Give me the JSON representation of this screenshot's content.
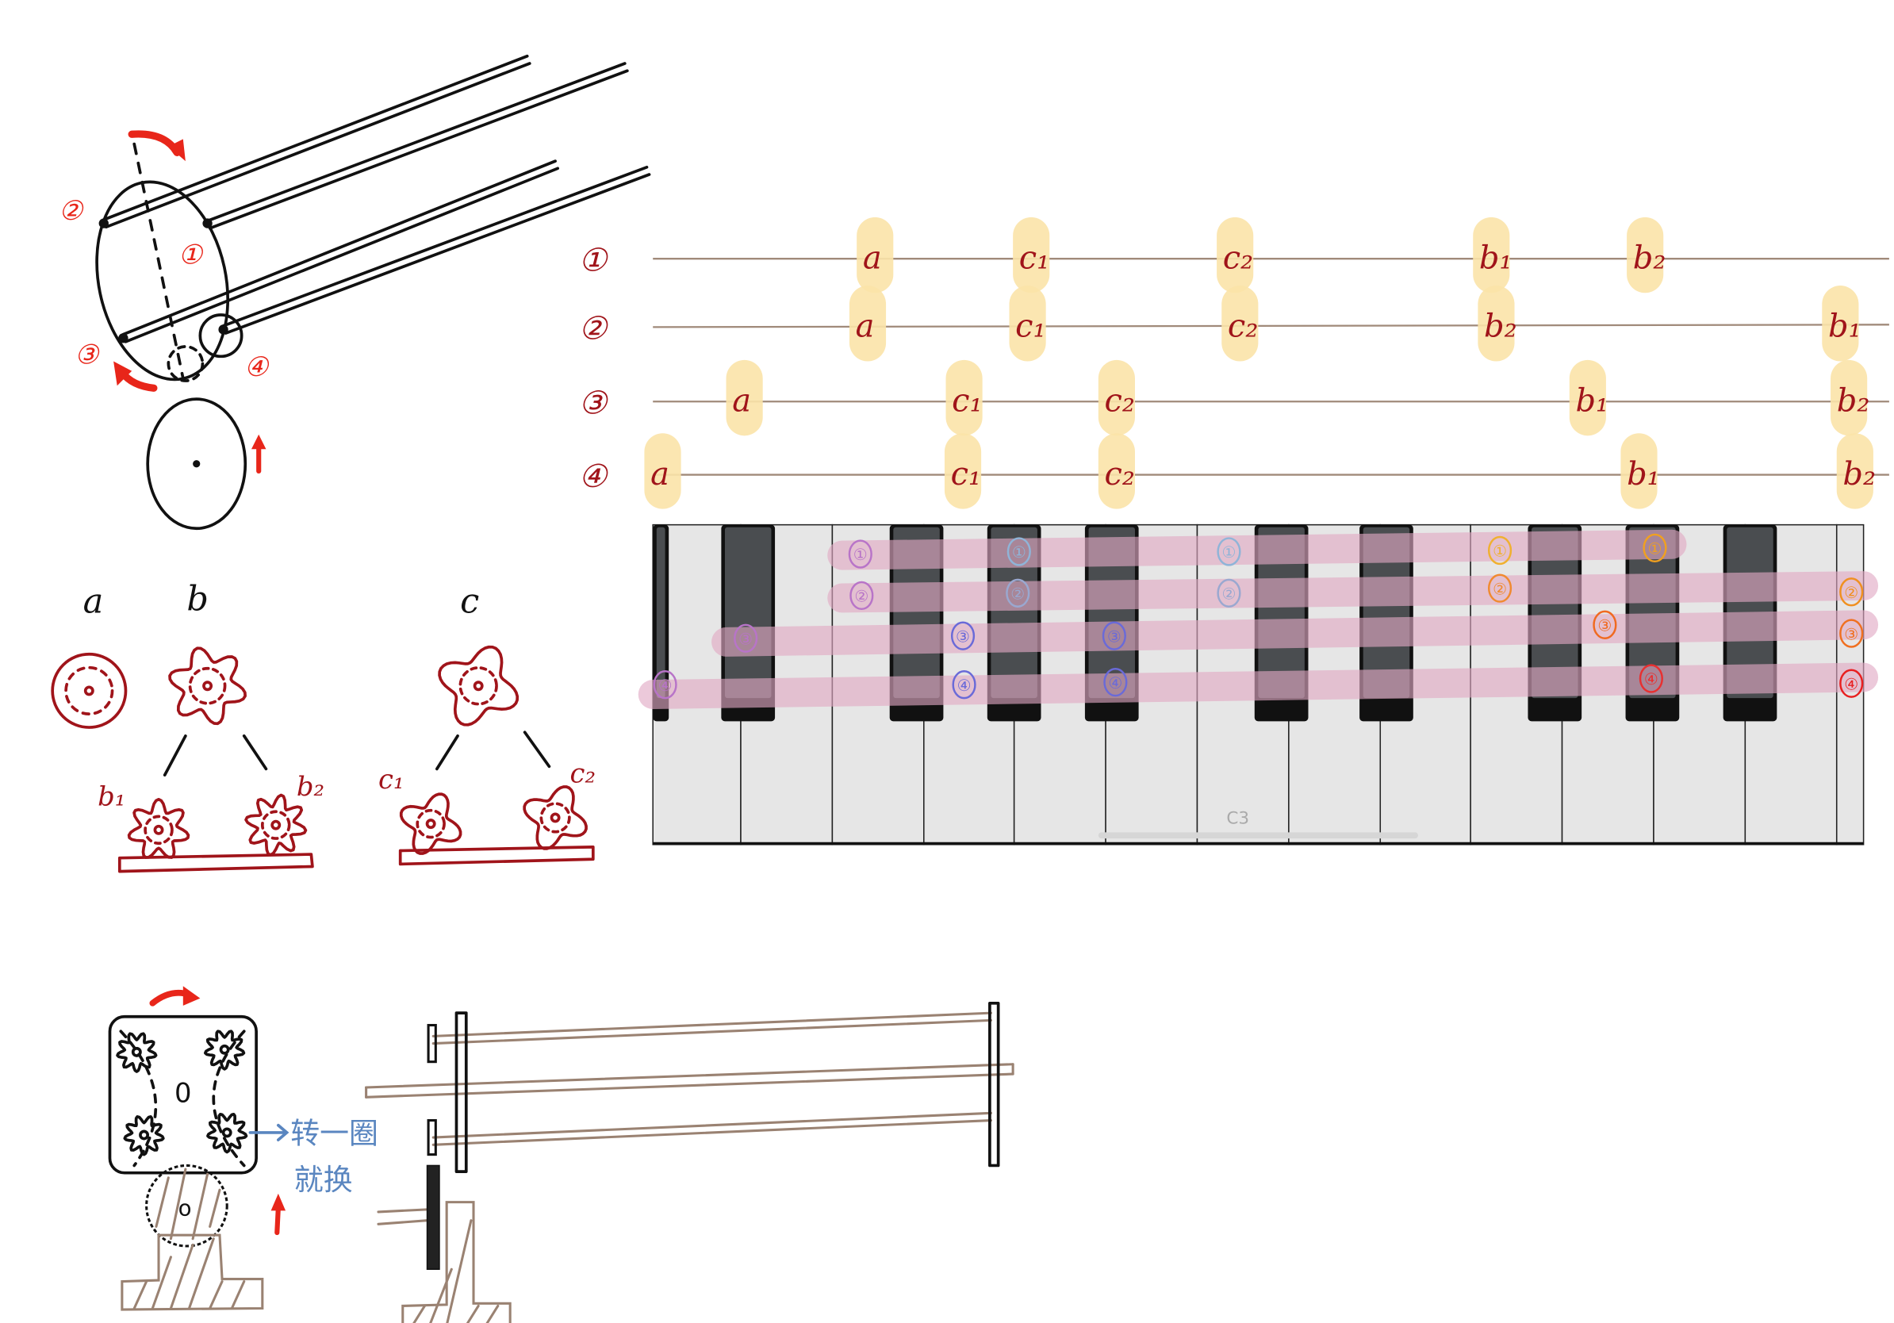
{
  "circled_numbers": [
    "①",
    "②",
    "③",
    "④"
  ],
  "cylinder_sketch": {
    "labels": [
      "①",
      "②",
      "③",
      "④"
    ]
  },
  "gear_types": {
    "a": "a",
    "b": "b",
    "c": "c",
    "b1": "b₁",
    "b2": "b₂",
    "c1": "c₁",
    "c2": "c₂"
  },
  "staff": {
    "row_labels": [
      "①",
      "②",
      "③",
      "④"
    ],
    "rows": [
      [
        "a",
        "c₁",
        "c₂",
        "b₁",
        "b₂"
      ],
      [
        "a",
        "c₁",
        "c₂",
        "b₂",
        "b₁"
      ],
      [
        "a",
        "c₁",
        "c₂",
        "b₁",
        "b₂"
      ],
      [
        "a",
        "c₁",
        "c₂",
        "b₁",
        "b₂"
      ]
    ]
  },
  "keyboard": {
    "octave_label": "C3",
    "markers": [
      [
        "①",
        "①",
        "①",
        "①",
        "①"
      ],
      [
        "②",
        "②",
        "②",
        "②",
        "②"
      ],
      [
        "③",
        "③",
        "③",
        "③",
        "③"
      ],
      [
        "④",
        "④",
        "④",
        "④",
        "④"
      ]
    ],
    "marker_colors": [
      [
        "#b874c8",
        "#8fb4d8",
        "#8fb4d8",
        "#f0b030",
        "#f0a020"
      ],
      [
        "#b874c8",
        "#9aa8d0",
        "#9aa8d0",
        "#f08a30",
        "#f09020"
      ],
      [
        "#b874c8",
        "#6a6ad8",
        "#6a6ad8",
        "#f06a20",
        "#f07020"
      ],
      [
        "#b874c8",
        "#6a6ad8",
        "#6a6ad8",
        "#e83030",
        "#e82020"
      ]
    ],
    "band_color": "#e2a9c4"
  },
  "mechanism_note": {
    "line1": "转一圈",
    "line2": "就换"
  },
  "colors": {
    "red_arrow": "#e8261a",
    "ink_red": "#a0141a",
    "blue_note": "#5a86c0",
    "brown": "#9a8272",
    "highlight": "#fbe3a8"
  }
}
